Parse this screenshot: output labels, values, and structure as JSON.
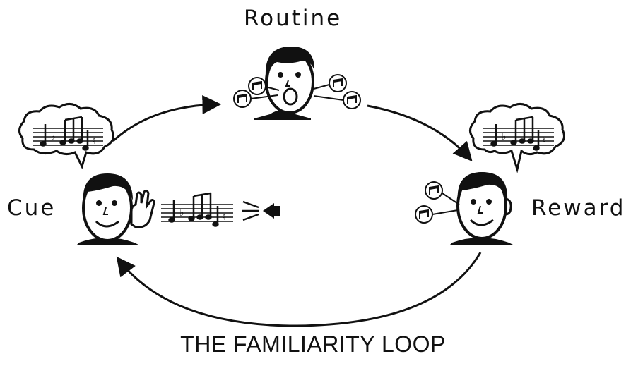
{
  "labels": {
    "routine": "Routine",
    "cue": "Cue",
    "reward": "Reward"
  },
  "caption": "THE FAMILIARITY LOOP",
  "icons": [
    "person-icon",
    "speech-bubble-icon",
    "music-notes-icon",
    "speaker-icon",
    "music-note-bubble-icon",
    "raised-hand-icon"
  ],
  "colors": {
    "ink": "#111111",
    "background": "#ffffff"
  }
}
